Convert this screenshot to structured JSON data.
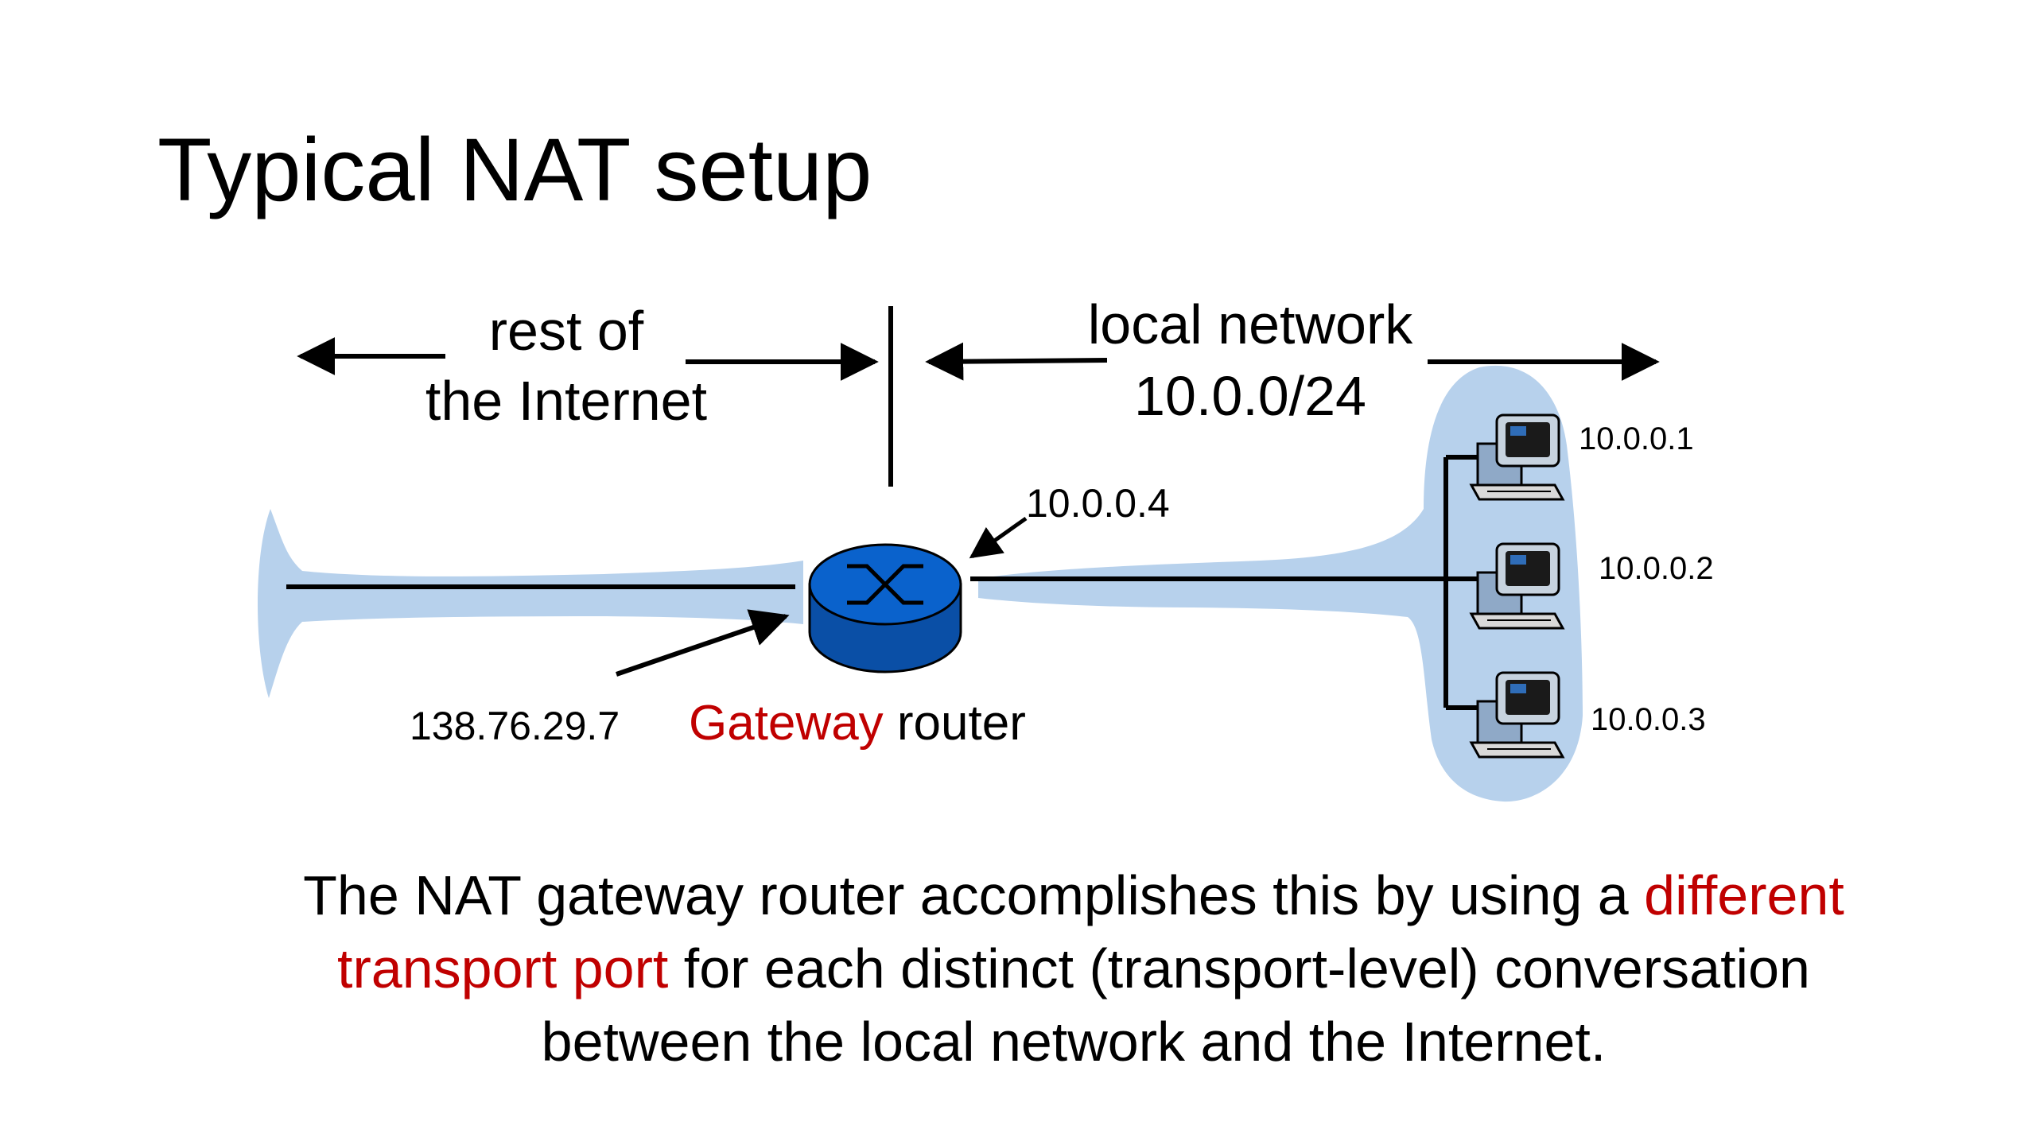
{
  "title": "Typical NAT setup",
  "labels": {
    "rest_line1": "rest of",
    "rest_line2": "the Internet",
    "local_line1": "local network",
    "local_line2": "10.0.0/24",
    "router_ip_inside": "10.0.0.4",
    "router_ip_outside": "138.76.29.7",
    "gateway_word": "Gateway",
    "router_word": "router"
  },
  "hosts": [
    {
      "ip": "10.0.0.1"
    },
    {
      "ip": "10.0.0.2"
    },
    {
      "ip": "10.0.0.3"
    }
  ],
  "caption": {
    "part1": "The NAT gateway router accomplishes this by using a ",
    "highlight1": "different",
    "highlight2": "transport port",
    "part2": " for each distinct (transport-level) conversation",
    "line3": "between the local network and the Internet."
  },
  "colors": {
    "highlight": "#c00000",
    "router_blue": "#0a5fc4",
    "cloud_blue": "#b7d1ec"
  }
}
